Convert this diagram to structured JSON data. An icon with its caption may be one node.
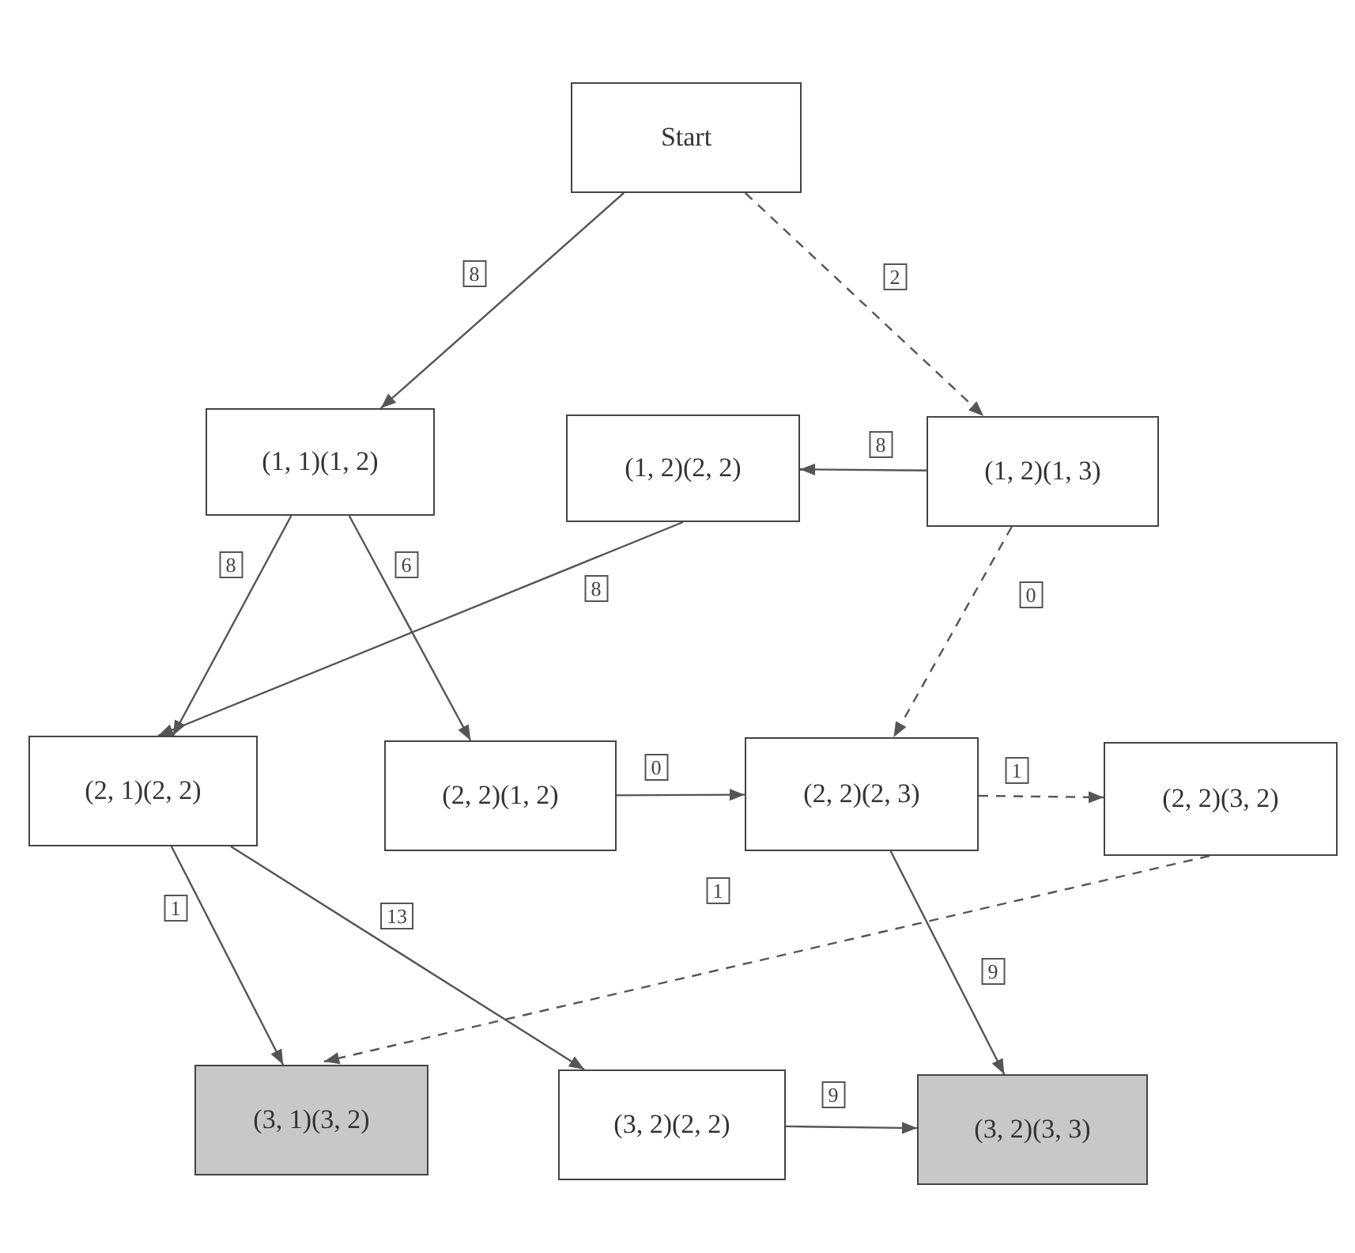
{
  "diagram": {
    "nodes": [
      {
        "text": [
          "Start"
        ]
      },
      {
        "text": [
          "(1, 1)(1, 2)"
        ]
      },
      {
        "text": [
          "(1, 2)(2, 2)"
        ]
      },
      {
        "text": [
          "(1, 2)(1, 3)"
        ]
      },
      {
        "text": [
          "(2, 1)(2, 2)"
        ]
      },
      {
        "text": [
          "(2, 2)(1, 2)"
        ]
      },
      {
        "text": [
          "(2, 2)(2, 3)"
        ]
      },
      {
        "text": [
          "(2, 2)(3, 2)"
        ]
      },
      {
        "text": [
          "(3, 1)(3, 2)"
        ]
      },
      {
        "text": [
          "(3, 2)(2, 2)"
        ]
      },
      {
        "text": [
          "(3, 2)(3, 3)"
        ]
      }
    ],
    "edges": [
      {
        "from": 0,
        "to": 1,
        "arrow": "to",
        "label": "8"
      },
      {
        "from": 0,
        "to": 3,
        "arrow": "to",
        "label": "2",
        "style": "dashed"
      },
      {
        "from": 3,
        "to": 2,
        "arrow": "to",
        "label": "8"
      },
      {
        "from": 1,
        "to": 4,
        "arrow": "to",
        "label": "8"
      },
      {
        "from": 1,
        "to": 5,
        "arrow": "to",
        "label": "6"
      },
      {
        "from": 2,
        "to": 4,
        "arrow": "to",
        "label": "8"
      },
      {
        "from": 3,
        "to": 6,
        "arrow": "to",
        "label": "0",
        "style": "dashed"
      },
      {
        "from": 5,
        "to": 6,
        "arrow": "to",
        "label": "0"
      },
      {
        "from": 6,
        "to": 7,
        "arrow": "to",
        "label": "1",
        "style": "dashed"
      },
      {
        "from": 4,
        "to": 8,
        "arrow": "to",
        "label": "1"
      },
      {
        "from": 4,
        "to": 9,
        "arrow": "to",
        "label": "13"
      },
      {
        "from": 7,
        "to": 8,
        "arrow": "to",
        "label": "1",
        "style": "dashed"
      },
      {
        "from": 6,
        "to": 10,
        "arrow": "to",
        "label": "9"
      },
      {
        "from": 9,
        "to": 10,
        "arrow": "to",
        "label": "9"
      }
    ]
  }
}
